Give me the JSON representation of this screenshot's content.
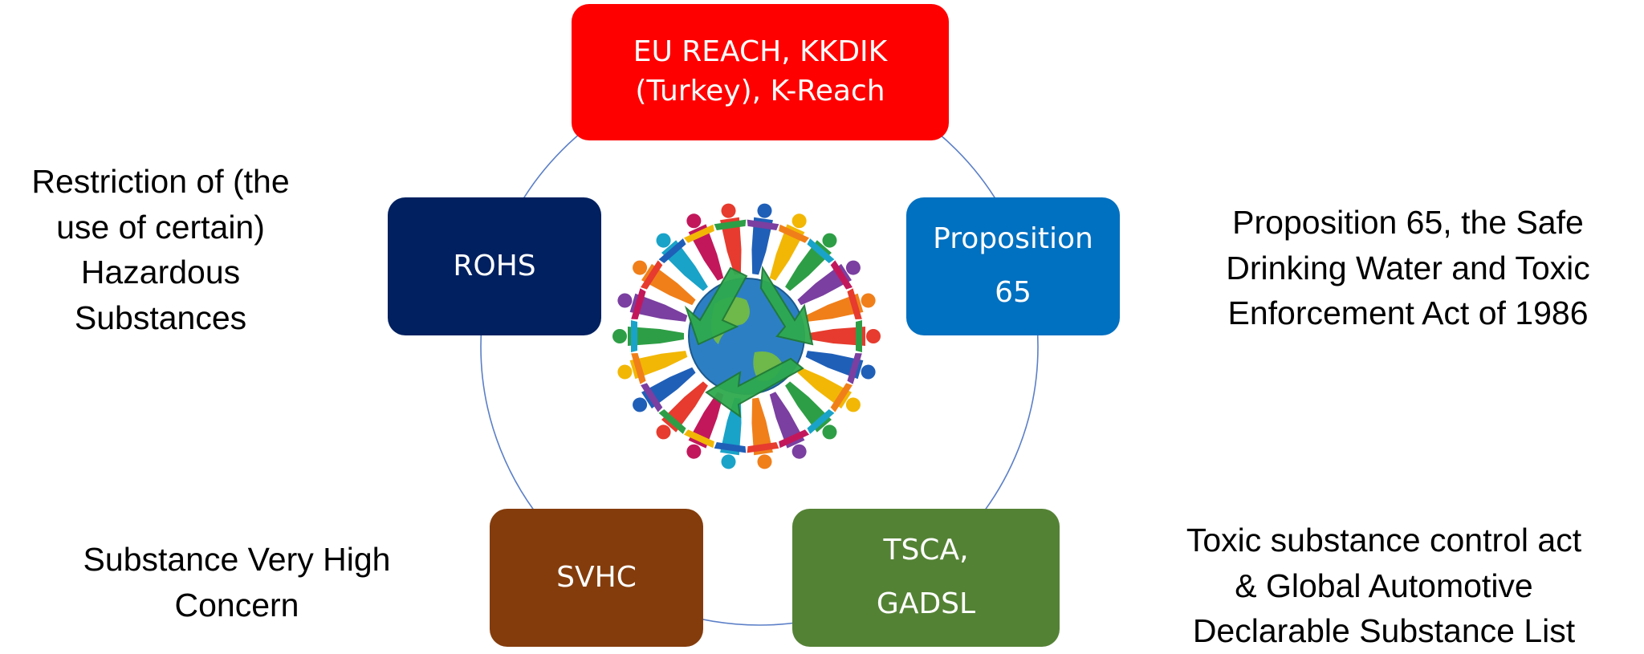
{
  "colors": {
    "top": "#ff0000",
    "left": "#002060",
    "right": "#0070c0",
    "bottom_left": "#843c0c",
    "bottom_right": "#548235",
    "ring": "#5b7fc7"
  },
  "boxes": {
    "top": {
      "lines": [
        "EU REACH, KKDIK",
        "(Turkey), K-Reach"
      ]
    },
    "left": {
      "lines": [
        "ROHS"
      ]
    },
    "right": {
      "lines": [
        "Proposition",
        "65"
      ]
    },
    "bottom_left": {
      "lines": [
        "SVHC"
      ]
    },
    "bottom_right": {
      "lines": [
        "TSCA,",
        "GADSL"
      ]
    }
  },
  "descriptions": {
    "left": [
      "Restriction of (the",
      "use of certain)",
      "Hazardous",
      "Substances"
    ],
    "right": [
      "Proposition 65, the Safe",
      "Drinking Water and Toxic",
      "Enforcement Act of 1986"
    ],
    "bottom_left": [
      "Substance Very High",
      "Concern"
    ],
    "bottom_right": [
      "Toxic substance control act",
      "& Global Automotive",
      "Declarable Substance List"
    ]
  },
  "center_image": {
    "icon": "globe-recycle-people-icon"
  }
}
